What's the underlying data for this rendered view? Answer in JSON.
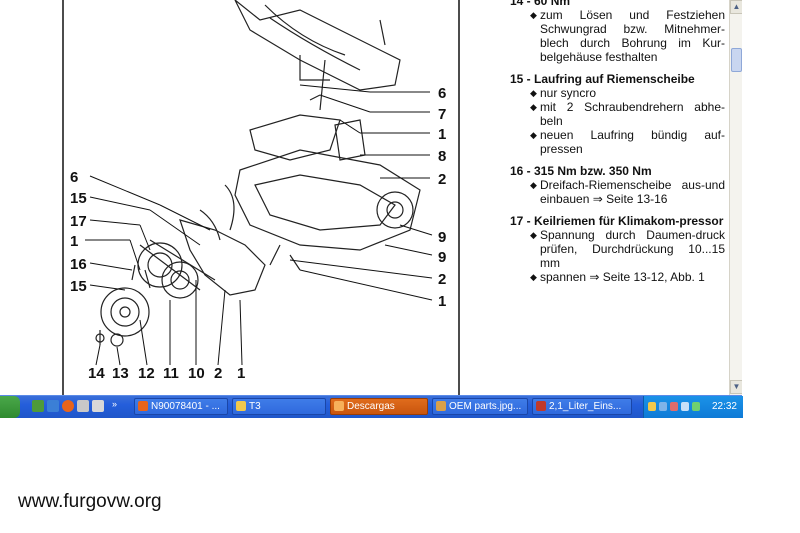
{
  "diagram": {
    "callouts_right": [
      "6",
      "7",
      "1",
      "8",
      "2",
      "9",
      "9",
      "2",
      "1"
    ],
    "callouts_left": [
      "6",
      "15",
      "17",
      "1",
      "16",
      "15"
    ],
    "callouts_bottom": [
      "14",
      "13",
      "12",
      "11",
      "10",
      "2",
      "1"
    ]
  },
  "text_column": {
    "sections": [
      {
        "title": "14 - 60 Nm",
        "items": [
          {
            "text": "zum Lösen und Festziehen Schwungrad bzw. Mitnehmer-blech durch Bohrung im Kur-belgehäuse festhalten"
          }
        ]
      },
      {
        "title": "15 - Laufring auf Riemenscheibe",
        "items": [
          {
            "text": "nur syncro"
          },
          {
            "text": "mit 2 Schraubendrehern abhe-beln"
          },
          {
            "text": "neuen Laufring bündig auf-pressen"
          }
        ]
      },
      {
        "title": "16 - 315 Nm bzw. 350 Nm",
        "items": [
          {
            "text": "Dreifach-Riemenscheibe aus-und einbauen ⇒ Seite 13-16"
          }
        ]
      },
      {
        "title": "17 - Keilriemen für Klimakom-pressor",
        "items": [
          {
            "text": "Spannung durch Daumen-druck prüfen, Durchdrückung 10...15 mm"
          },
          {
            "text": "spannen ⇒ Seite 13-12, Abb. 1"
          }
        ]
      }
    ]
  },
  "scrollbar": {
    "up": "▲",
    "down": "▼"
  },
  "taskbar": {
    "start_label": "",
    "tasks": [
      {
        "label": "N90078401 - ...",
        "icon_color": "#e8641b",
        "active": false
      },
      {
        "label": "T3",
        "icon_color": "#f2c94c",
        "active": false
      },
      {
        "label": "Descargas",
        "icon_color": "#e8641b",
        "active": true
      },
      {
        "label": "OEM parts.jpg...",
        "icon_color": "#d9a04a",
        "active": false
      },
      {
        "label": "2,1_Liter_Eins...",
        "icon_color": "#c0392b",
        "active": false
      }
    ],
    "clock": "22:32"
  },
  "watermark": "www.furgovw.org",
  "colors": {
    "taskbar": "#245edb",
    "active_task": "#d45f14",
    "tray": "#0f82d8"
  }
}
